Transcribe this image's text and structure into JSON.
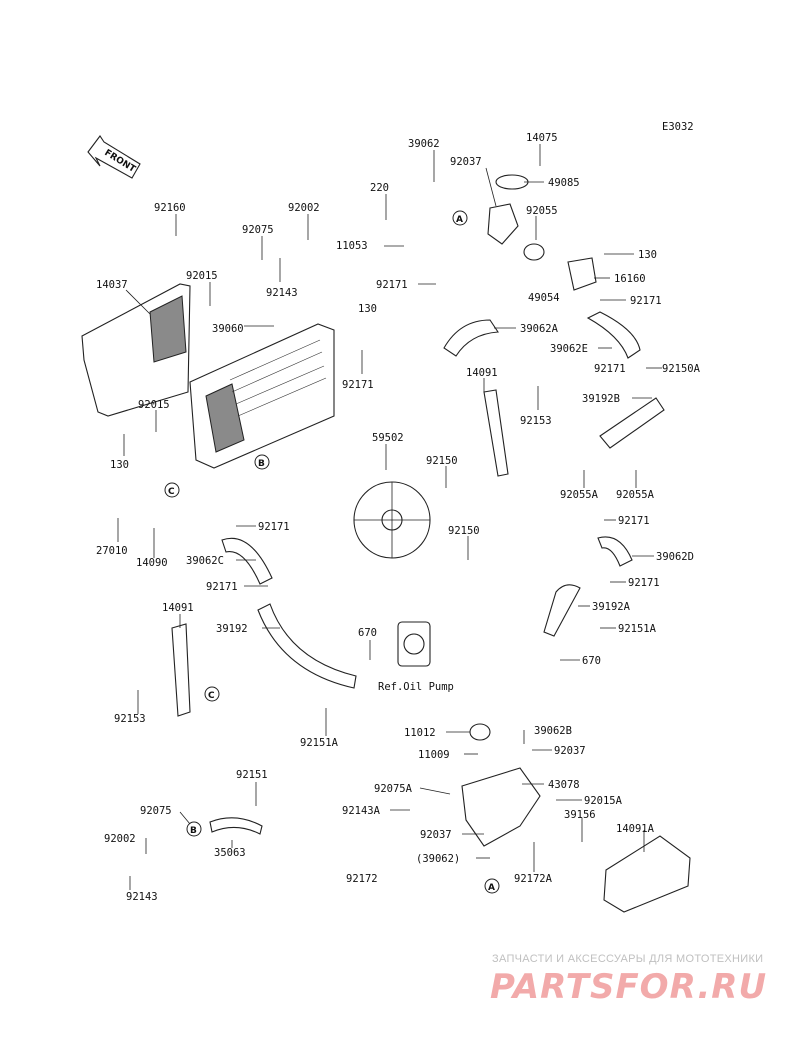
{
  "diagram_code": "E3032",
  "front_label": "FRONT",
  "ref_letters": {
    "a": "A",
    "b": "B",
    "c": "C"
  },
  "labels": {
    "l_39062_top": "39062",
    "l_14075": "14075",
    "l_92037_top": "92037",
    "l_49085": "49085",
    "l_220": "220",
    "l_92055": "92055",
    "l_11053": "11053",
    "l_130_a": "130",
    "l_16160": "16160",
    "l_92171_a": "92171",
    "l_130_b": "130",
    "l_49054": "49054",
    "l_92171_b": "92171",
    "l_92160": "92160",
    "l_92002_top": "92002",
    "l_92075_top": "92075",
    "l_92015_top": "92015",
    "l_92143_top": "92143",
    "l_14037": "14037",
    "l_39060": "39060",
    "l_39062A": "39062A",
    "l_39062E": "39062E",
    "l_92171_c": "92171",
    "l_14091_mid": "14091",
    "l_92171_d": "92171",
    "l_92150A": "92150A",
    "l_39192B": "39192B",
    "l_92153_mid": "92153",
    "l_92015_mid": "92015",
    "l_130_c": "130",
    "l_59502": "59502",
    "l_92150_a": "92150",
    "l_92055A_a": "92055A",
    "l_92055A_b": "92055A",
    "l_27010": "27010",
    "l_14090": "14090",
    "l_92171_e": "92171",
    "l_39062C": "39062C",
    "l_92150_b": "92150",
    "l_92171_f": "92171",
    "l_39062D": "39062D",
    "l_92171_g": "92171",
    "l_92171_h": "92171",
    "l_39192A": "39192A",
    "l_14091_left": "14091",
    "l_39192": "39192",
    "l_670_a": "670",
    "l_92151A_right": "92151A",
    "l_670_b": "670",
    "l_ref_oil_pump": "Ref.Oil Pump",
    "l_92153_left": "92153",
    "l_92151A_bottom": "92151A",
    "l_11012": "11012",
    "l_39062B": "39062B",
    "l_11009": "11009",
    "l_92037_b": "92037",
    "l_43078": "43078",
    "l_92151": "92151",
    "l_92075A": "92075A",
    "l_92015A": "92015A",
    "l_92075_bot": "92075",
    "l_92143A": "92143A",
    "l_39156": "39156",
    "l_14091A": "14091A",
    "l_92002_bot": "92002",
    "l_92037_c": "92037",
    "l_35063": "35063",
    "l_39062_paren": "(39062)",
    "l_92172": "92172",
    "l_92172A": "92172A",
    "l_92143_bot": "92143"
  },
  "watermark": {
    "tagline": "ЗАПЧАСТИ И АКСЕССУАРЫ ДЛЯ МОТОТЕХНИКИ",
    "brand": "PARTSFOR.RU",
    "brand_color": "#f2aaaa"
  }
}
